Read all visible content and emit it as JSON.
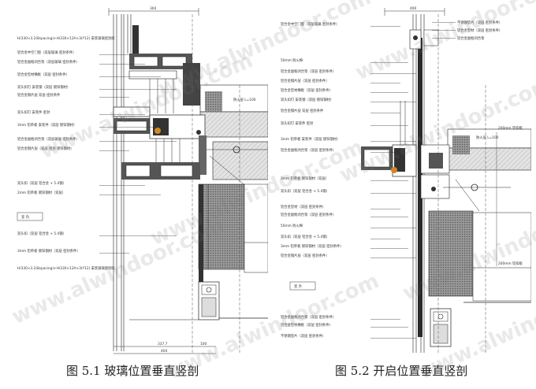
{
  "figures": [
    {
      "id": "left",
      "caption": "图 5.1 玻璃位置垂直竖剖",
      "room_label": "室 内",
      "top_label": "H/330×3.2(8spacing)+H/330×12A×3(Y12)  安装玻璃密封胶",
      "dimensions": [
        "304",
        "337.7",
        "100",
        "404"
      ],
      "callouts": [
        "铝合金中空门窗（双层玻璃   密封条件）",
        "铝合金副框闭合架（双层玻璃 密封条件）",
        "铝合金型材横框（双层 密封条件）",
        "双头扣钉 安装钢（双层 镀锌钢材）",
        "铝合金钢片层 双层 密封条件",
        "双头扣钉 安装件 密封",
        "3mm 铝单板 安装件（双层 镀锌钢材）",
        "铝合金副框闭合架（双层玻璃 密封条件）",
        "铝合金钢片层（双层 密封 镀锌钢材）",
        "双头扣（双层 铝合金 + 5.4钢）",
        "2mm 铝单板 镀锌钢材（双层）",
        "双头扣（双层 铝合金 + 5.4钢）",
        "3mm 铝单板 镀锌钢材（双层 密封条件）",
        "H/330×3.2(8spacing)+H/330×12A×3(Y12)  安装玻璃密封胶"
      ],
      "inline_note": "防火层 L=100"
    },
    {
      "id": "right",
      "caption": "图 5.2 开启位置垂直竖剖",
      "room_label": "室 外",
      "dimensions": [
        "400",
        "200mm 铝扣板",
        "200mm 铝扣板"
      ],
      "top_right_callouts": [
        "不锈钢垫片（双层 密封条件）",
        "铝合金型材（双层 密封条件）",
        "铝合金副框闭合架"
      ],
      "callouts": [
        "铝合金中空门窗（双层玻璃   密封条件）",
        "50mm 防火棉",
        "铝合金副框闭合架（双层 密封条件）",
        "铝合金钢片层（双层 密封条件）",
        "铝合金型材横框（双层 密封条件）",
        "双头扣钉 安装钢（双层 镀锌钢材）",
        "铝合金钢片层 双层 密封条件",
        "双头扣钉 安装件 密封",
        "3mm 铝单板 安装件（双层 镀锌钢材）",
        "铝合金副框闭合架（双层 密封条件）",
        "3mm 铝单板 镀锌钢材（双层）",
        "双头扣（双层 铝合金 + 5.4钢）",
        "铝合金型材（双层 密封条件）",
        "铝合金副框闭合架（双层 密封条件）",
        "50mm 防火棉",
        "双头扣（双层 铝合金 + 5.4钢）",
        "3mm 铝单板 镀锌钢材（双层 密封条件）",
        "铝合金钢片层（双层 密封条件）",
        "铝合金副框闭合架（双层 密封条件）",
        "铝合金型材横框（双层 密封条件）",
        "不锈钢垫片（双层 密封条件）"
      ],
      "inline_note": "防火层 L=100"
    }
  ],
  "watermark": "www.alwindoor.com",
  "colors": {
    "line": "#2a2a2a",
    "light": "#888888",
    "insulation": "#b5b5b5",
    "concrete": "#d9d9d9"
  }
}
